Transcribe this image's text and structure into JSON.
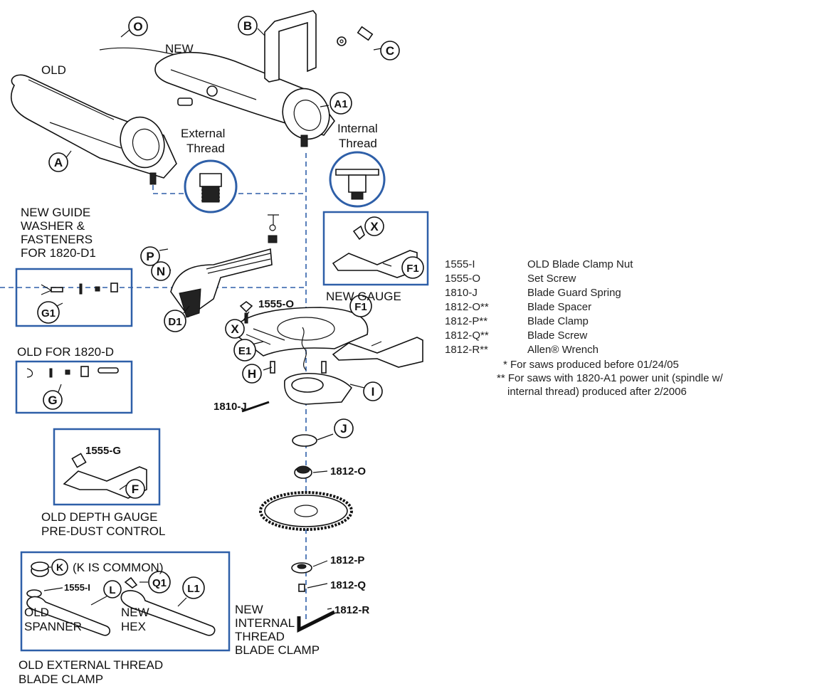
{
  "diagram": {
    "labels": {
      "old": "OLD",
      "new": "NEW",
      "external_thread_1": "External",
      "external_thread_2": "Thread",
      "internal_thread_1": "Internal",
      "internal_thread_2": "Thread",
      "guide_1": "NEW GUIDE",
      "guide_2": "WASHER &",
      "guide_3": "FASTENERS",
      "guide_4": "FOR 1820-D1",
      "new_gauge": "NEW GAUGE",
      "old_for_d": "OLD FOR 1820-D",
      "old_depth_1": "OLD DEPTH GAUGE",
      "old_depth_2": "PRE-DUST CONTROL",
      "k_common": "(K IS COMMON)",
      "old_spanner_1": "OLD",
      "old_spanner_2": "SPANNER",
      "new_hex_1": "NEW",
      "new_hex_2": "HEX",
      "new_internal_1": "NEW",
      "new_internal_2": "INTERNAL",
      "new_internal_3": "THREAD",
      "new_internal_4": "BLADE CLAMP",
      "old_external_1": "OLD EXTERNAL THREAD",
      "old_external_2": "BLADE CLAMP"
    },
    "callouts": {
      "O": "O",
      "B": "B",
      "C": "C",
      "A": "A",
      "A1": "A1",
      "X_top": "X",
      "F1_top": "F1",
      "P": "P",
      "N": "N",
      "G1": "G1",
      "D1": "D1",
      "X": "X",
      "E1": "E1",
      "F1": "F1",
      "H": "H",
      "I": "I",
      "G": "G",
      "J": "J",
      "F": "F",
      "K": "K",
      "Q1": "Q1",
      "L": "L",
      "L1": "L1"
    },
    "part_numbers": {
      "p1555_O": "1555-O",
      "p1810_J": "1810-J",
      "p1555_G": "1555-G",
      "p1812_O": "1812-O",
      "p1812_P": "1812-P",
      "p1812_Q": "1812-Q",
      "p1812_R": "1812-R",
      "p1555_I": "1555-I"
    }
  },
  "legend": {
    "rows": [
      {
        "code": "1555-I",
        "desc": "OLD Blade Clamp Nut"
      },
      {
        "code": "1555-O",
        "desc": "Set Screw"
      },
      {
        "code": "1810-J",
        "desc": "Blade Guard Spring"
      },
      {
        "code": "1812-O**",
        "desc": "Blade Spacer"
      },
      {
        "code": "1812-P**",
        "desc": "Blade Clamp"
      },
      {
        "code": "1812-Q**",
        "desc": "Blade Screw"
      },
      {
        "code": "1812-R**",
        "desc": "Allen® Wrench"
      }
    ],
    "note1": "* For saws produced before 01/24/05",
    "note2": "** For saws with 1820-A1 power unit (spindle w/",
    "note3": "internal thread) produced after 2/2006"
  }
}
